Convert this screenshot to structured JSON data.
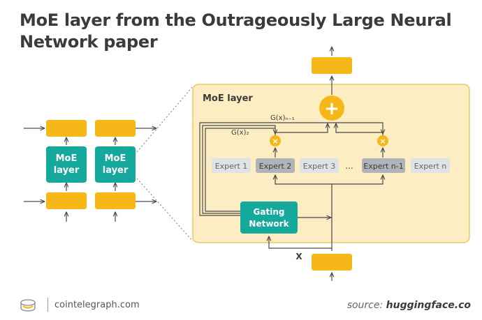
{
  "title": {
    "line1": "MoE layer from the Outrageously Large Neural",
    "line2": "Network paper"
  },
  "diagram": {
    "moe_layer_label": "MoE layer",
    "left_blocks": [
      "MoE\nlayer",
      "MoE\nlayer"
    ],
    "experts": [
      "Expert 1",
      "Expert 2",
      "Expert 3",
      "...",
      "Expert n-1",
      "Expert n"
    ],
    "gate_labels": [
      "G(x)₂",
      "G(x)ₙ₋₁"
    ],
    "gating_network": "Gating\nNetwork",
    "input_label": "X",
    "sum_symbol": "+",
    "multiply_symbol": "×"
  },
  "footer": {
    "site": "cointelegraph.com",
    "source_prefix": "source:",
    "source_name": "huggingface.co"
  },
  "colors": {
    "yellow": "#f6b818",
    "teal": "#14a99c",
    "panel_fill": "#fdedc2",
    "panel_border": "#efc865",
    "expert_light": "#dfe3e6",
    "expert_active": "#aeb4ba"
  }
}
